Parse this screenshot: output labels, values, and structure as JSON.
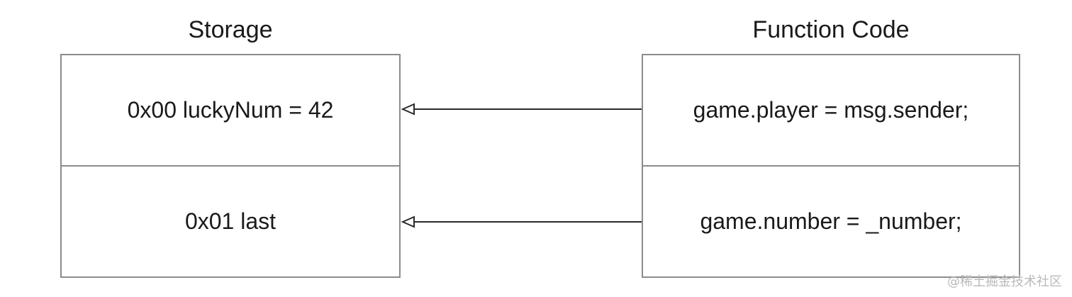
{
  "storage": {
    "title": "Storage",
    "slots": [
      {
        "label": "0x00 luckyNum = 42"
      },
      {
        "label": "0x01 last"
      }
    ]
  },
  "function_code": {
    "title": "Function Code",
    "lines": [
      {
        "label": "game.player = msg.sender;"
      },
      {
        "label": "game.number = _number;"
      }
    ]
  },
  "watermark": "@稀土掘金技术社区",
  "colors": {
    "border": "#8c8c8c",
    "arrow": "#2b2b2b",
    "text": "#1a1a1a"
  }
}
